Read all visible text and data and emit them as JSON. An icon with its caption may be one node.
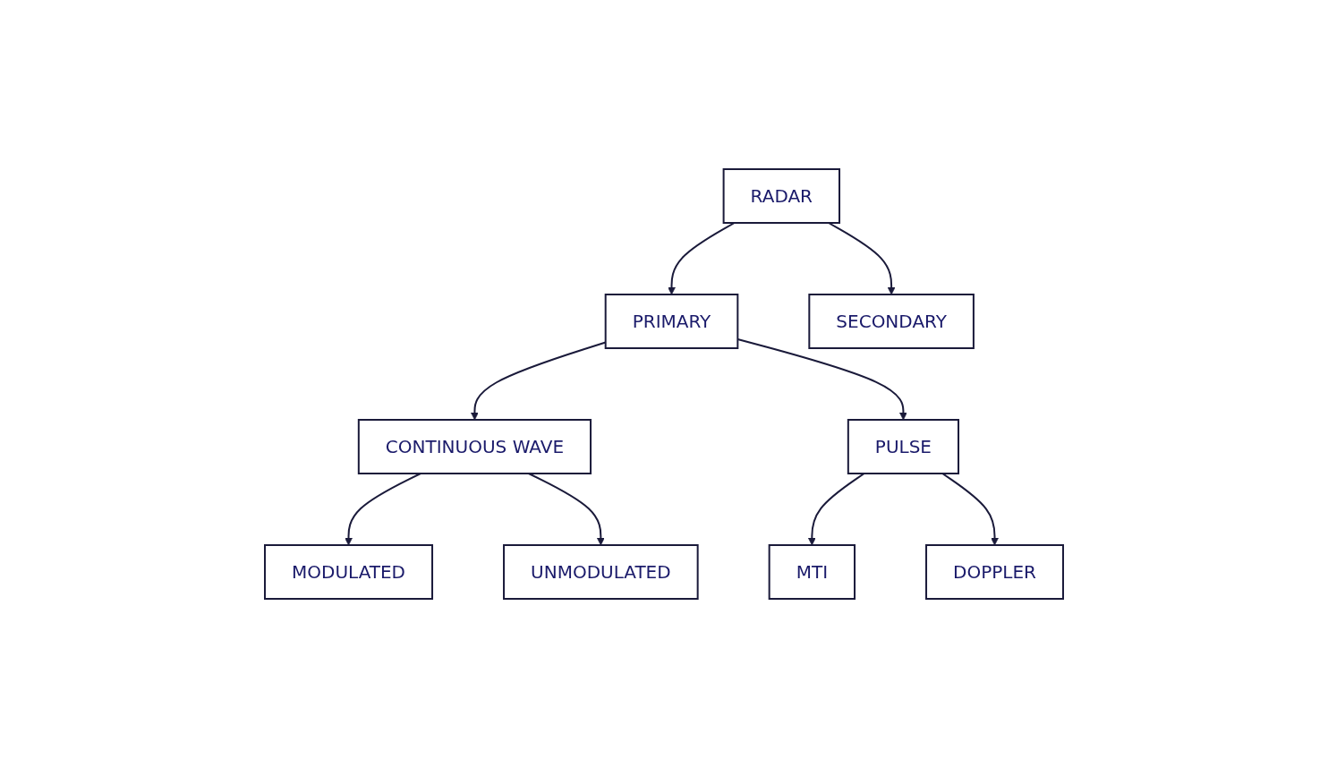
{
  "diagram": {
    "nodes": [
      {
        "text": [
          "RADAR"
        ]
      },
      {
        "text": [
          "PRIMARY"
        ]
      },
      {
        "text": [
          "SECONDARY"
        ]
      },
      {
        "text": [
          "CONTINUOUS WAVE"
        ]
      },
      {
        "text": [
          "PULSE"
        ]
      },
      {
        "text": [
          "MODULATED"
        ]
      },
      {
        "text": [
          "UNMODULATED"
        ]
      },
      {
        "text": [
          "MTI"
        ]
      },
      {
        "text": [
          "DOPPLER"
        ]
      }
    ],
    "edges": [
      {
        "from": 0,
        "to": 1,
        "arrow": "to"
      },
      {
        "from": 0,
        "to": 2,
        "arrow": "to"
      },
      {
        "from": 1,
        "to": 3,
        "arrow": "to"
      },
      {
        "from": 1,
        "to": 4,
        "arrow": "to"
      },
      {
        "from": 3,
        "to": 5,
        "arrow": "to"
      },
      {
        "from": 3,
        "to": 6,
        "arrow": "to"
      },
      {
        "from": 4,
        "to": 7,
        "arrow": "to"
      },
      {
        "from": 4,
        "to": 8,
        "arrow": "to"
      }
    ]
  }
}
